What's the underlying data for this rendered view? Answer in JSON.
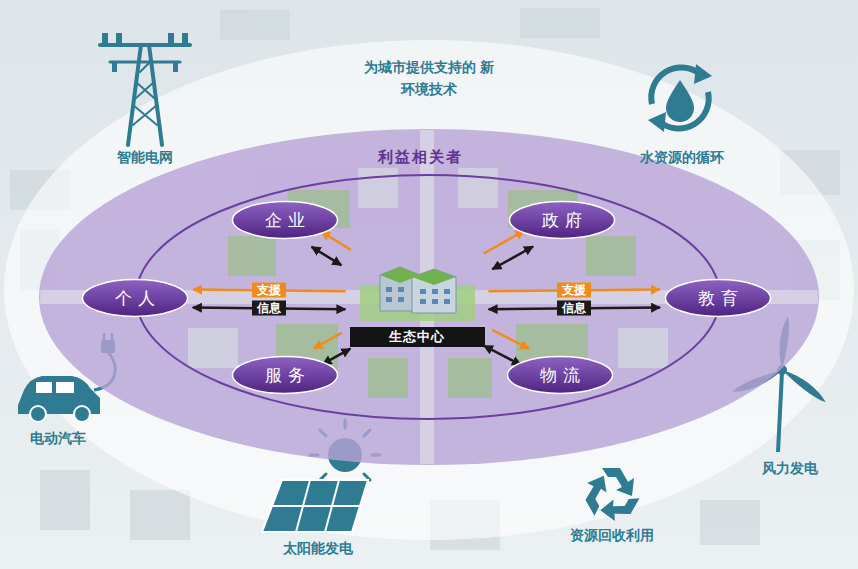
{
  "diagram": {
    "nodes": [
      {
        "text": [
          "为城市提供支持的 新环境技术"
        ]
      },
      {
        "text": [
          "利益相关者"
        ],
        "in": 0
      },
      {
        "text": [
          "企业"
        ],
        "in": 1
      },
      {
        "text": [
          "政府"
        ],
        "in": 1
      },
      {
        "text": [
          "个人"
        ],
        "in": 1
      },
      {
        "text": [
          "教育"
        ],
        "in": 1
      },
      {
        "text": [
          "生态中心"
        ],
        "in": 1
      },
      {
        "text": [
          "服务"
        ],
        "in": 1
      },
      {
        "text": [
          "物流"
        ],
        "in": 1
      }
    ],
    "edges": [
      {
        "from": 6,
        "to": 2,
        "arrow": "both"
      },
      {
        "from": 6,
        "to": 2,
        "arrow": "to"
      },
      {
        "from": 6,
        "to": 3,
        "arrow": "both"
      },
      {
        "from": 6,
        "to": 3,
        "arrow": "to"
      },
      {
        "from": 6,
        "to": 4,
        "arrow": "both",
        "label": "信息"
      },
      {
        "from": 6,
        "to": 4,
        "arrow": "to",
        "label": "支援"
      },
      {
        "from": 6,
        "to": 5,
        "arrow": "both",
        "label": "信息"
      },
      {
        "from": 6,
        "to": 5,
        "arrow": "to",
        "label": "支援"
      },
      {
        "from": 6,
        "to": 7,
        "arrow": "both"
      },
      {
        "from": 6,
        "to": 7,
        "arrow": "to"
      },
      {
        "from": 6,
        "to": 8,
        "arrow": "both"
      },
      {
        "from": 6,
        "to": 8,
        "arrow": "to"
      }
    ],
    "labels": [
      "智能电网",
      "水资源的循环",
      "电动汽车",
      "风力发电",
      "资源回收利用",
      "太阳能发电"
    ]
  }
}
